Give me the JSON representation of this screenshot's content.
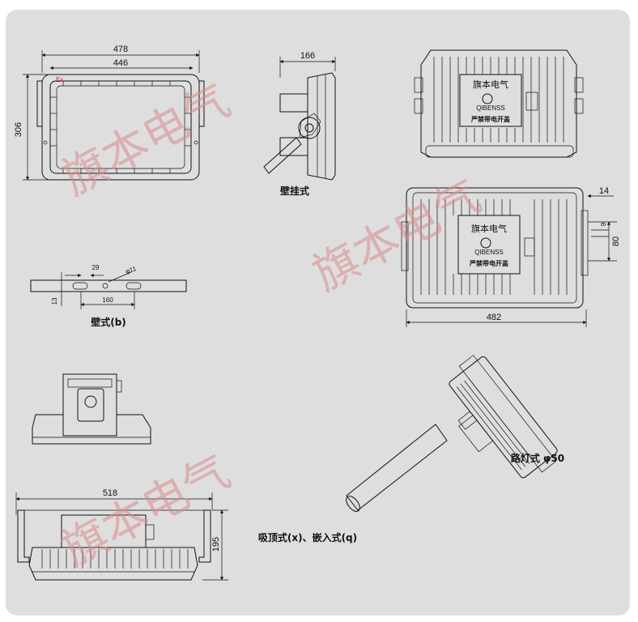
{
  "watermark": "旗本电气",
  "views": {
    "front": {
      "width_outer": "478",
      "width_inner": "446",
      "height": "306",
      "ex_mark": "Ex"
    },
    "wall_side": {
      "depth": "166",
      "caption": "壁挂式"
    },
    "bracket_b": {
      "slot": "29",
      "hole": "φ11",
      "spacing": "160",
      "thickness": "13",
      "caption": "壁式(b)"
    },
    "top_plate_view": {
      "brand": "旗本电气",
      "logo_text": "QIBENSS",
      "warning": "严禁带电开盖"
    },
    "rear_view": {
      "brand": "旗本电气",
      "logo_text": "QIBENSS",
      "warning": "严禁带电开盖",
      "edge": "14",
      "bolt": "9",
      "mount_height": "80",
      "width": "482"
    },
    "pole_view": {
      "caption": "路灯式 φ50"
    },
    "ceiling_view": {
      "width": "518",
      "height": "195",
      "caption": "吸顶式(x)、嵌入式(q)"
    }
  }
}
